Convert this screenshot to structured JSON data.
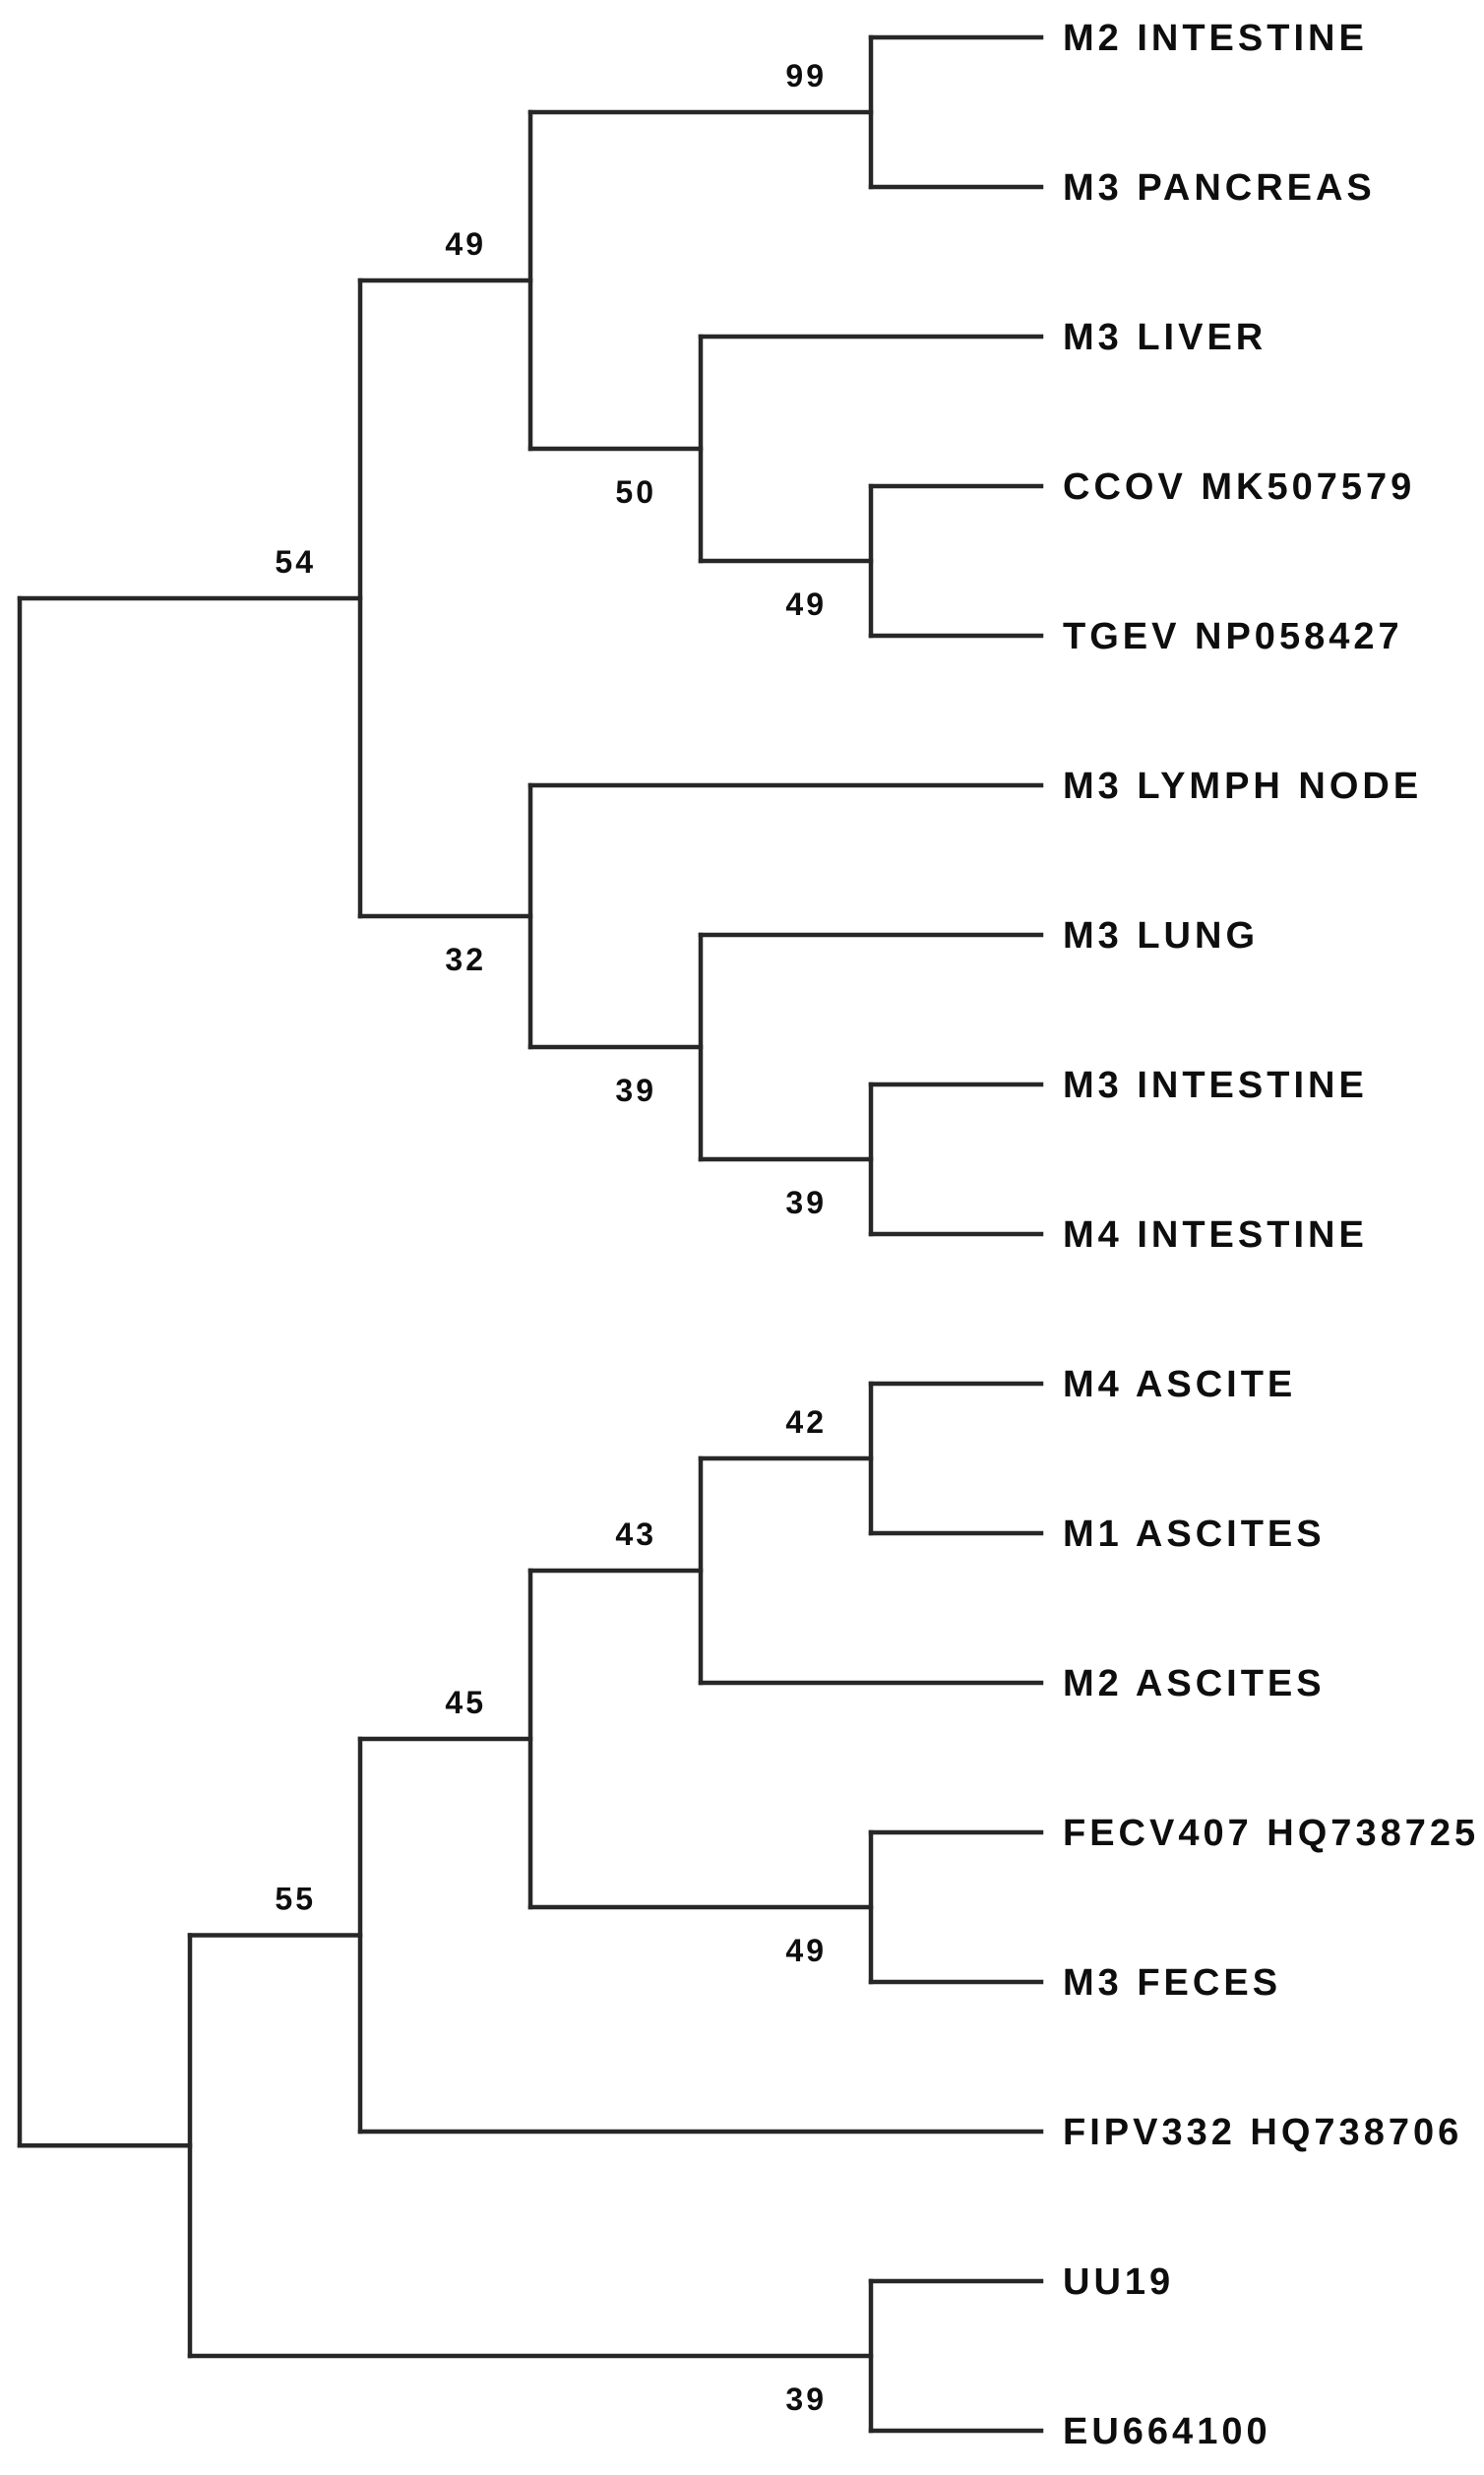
{
  "figure": {
    "background_color": "#ffffff",
    "branch_color": "#272727",
    "label_color": "#0e0e0e"
  },
  "leaf_labels": [
    "M2 INTESTINE",
    "M3 PANCREAS",
    "M3 LIVER",
    "CCOV MK507579",
    "TGEV NP058427",
    "M3 LYMPH NODE",
    "M3 LUNG",
    "M3 INTESTINE",
    "M4 INTESTINE",
    "M4 ASCITE",
    "M1 ASCITES",
    "M2 ASCITES",
    "FECV407 HQ738725",
    "M3 FECES",
    "FIPV332 HQ738706",
    "UU19",
    "EU664100"
  ],
  "tree_newick": "((((M2 INTESTINE,M3 PANCREAS)99,(M3 LIVER,(CCOV MK507579,TGEV NP058427)49)50)49,(M3 LYMPH NODE,(M3 LUNG,(M3 INTESTINE,M4 INTESTINE)39)39)32)54,(((((M4 ASCITE,M1 ASCITES)42,M2 ASCITES)43,(FECV407 HQ738725,M3 FECES)49)45,FIPV332 HQ738706)55,(UU19,EU664100)39));",
  "tree": {
    "children": [
      {
        "b": "54",
        "children": [
          {
            "b": "49",
            "children": [
              {
                "b": "99",
                "children": [
                  {
                    "leaf": 0
                  },
                  {
                    "leaf": 1
                  }
                ]
              },
              {
                "b": "50",
                "children": [
                  {
                    "leaf": 2
                  },
                  {
                    "b": "49",
                    "children": [
                      {
                        "leaf": 3
                      },
                      {
                        "leaf": 4
                      }
                    ]
                  }
                ]
              }
            ]
          },
          {
            "b": "32",
            "children": [
              {
                "leaf": 5
              },
              {
                "b": "39",
                "children": [
                  {
                    "leaf": 6
                  },
                  {
                    "b": "39",
                    "children": [
                      {
                        "leaf": 7
                      },
                      {
                        "leaf": 8
                      }
                    ]
                  }
                ]
              }
            ]
          }
        ]
      },
      {
        "b": "",
        "children": [
          {
            "b": "55",
            "children": [
              {
                "b": "45",
                "children": [
                  {
                    "b": "43",
                    "children": [
                      {
                        "b": "42",
                        "children": [
                          {
                            "leaf": 9
                          },
                          {
                            "leaf": 10
                          }
                        ]
                      },
                      {
                        "leaf": 11
                      }
                    ]
                  },
                  {
                    "b": "49",
                    "children": [
                      {
                        "leaf": 12
                      },
                      {
                        "leaf": 13
                      }
                    ]
                  }
                ]
              },
              {
                "leaf": 14
              }
            ]
          },
          {
            "b": "39",
            "children": [
              {
                "leaf": 15
              },
              {
                "leaf": 16
              }
            ]
          }
        ]
      }
    ]
  }
}
